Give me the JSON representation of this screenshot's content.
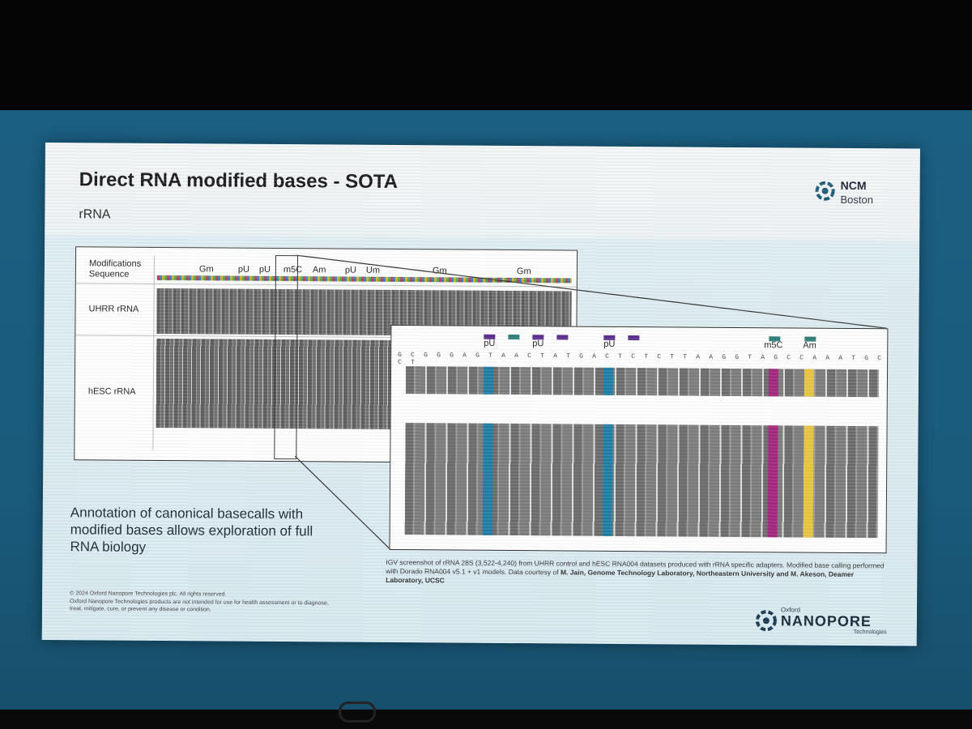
{
  "slide": {
    "title": "Direct RNA modified bases - SOTA",
    "subtitle": "rRNA",
    "logo_ncm": {
      "line1": "NCM",
      "line2": "Boston"
    },
    "left_panel": {
      "header_1": "Modifications",
      "header_2": "Sequence",
      "track_1": "UHRR rRNA",
      "track_2": "hESC rRNA",
      "mods": [
        "Gm",
        "pU",
        "pU",
        "m5C",
        "Am",
        "pU",
        "Um",
        "Gm",
        "Gm"
      ]
    },
    "zoom_panel": {
      "sequence": "G C G G G A G T A A C T A T G A C T C T C T T A A G G T A G C C A A A T G C C T",
      "mods": [
        "pU",
        "pU",
        "pU",
        "m5C",
        "Am"
      ]
    },
    "annotation": "Annotation of canonical basecalls with modified bases allows exploration of full RNA biology",
    "caption_1": "IGV screenshot of rRNA 28S (3,522-4,240) from UHRR control and hESC RNA004 datasets produced with rRNA specific adapters. Modified base calling performed with Dorado RNA004 v5.1 + v1 models. Data courtesy of ",
    "caption_2": "M. Jain, Genome Technology Laboratory, Northeastern University and M. Akeson, Deamer Laboratory, UCSC",
    "footer_1": "© 2024 Oxford Nanopore Technologies plc. All rights reserved.",
    "footer_2": "Oxford Nanopore Technologies products are not intended for use for health assessment or to diagnose, treat, mitigate, cure, or prevent any disease or condition.",
    "logo_onl": {
      "top": "Oxford",
      "mid": "NANOPORE",
      "bot": "Technologies"
    }
  },
  "colors": {
    "screen_blue": "#1b5f82",
    "mod_purple": "#5b2e8c",
    "mod_teal": "#2f7f7a",
    "m5C_magenta": "#a3277e",
    "am_yellow": "#e7c63f",
    "pU_blue": "#1f7ea6"
  }
}
